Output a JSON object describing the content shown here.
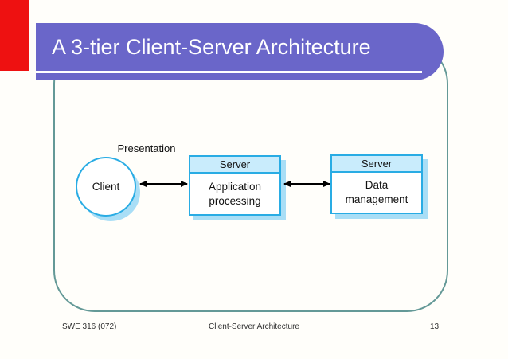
{
  "slide": {
    "title": "A 3-tier Client-Server Architecture",
    "footer": {
      "course": "SWE 316 (072)",
      "deck_title": "Client-Server Architecture",
      "page_number": "13"
    }
  },
  "diagram": {
    "presentation_label": "Presentation",
    "client": {
      "label": "Client"
    },
    "application_server": {
      "header": "Server",
      "body": "Application\nprocessing"
    },
    "data_server": {
      "header": "Server",
      "body": "Data\nmanagement"
    }
  },
  "colors": {
    "purple": "#6a66c9",
    "teal": "#649997",
    "cyan": "#29ace4",
    "header_blue": "#c9ecfc",
    "shadow_blue": "#a9def6",
    "red": "#ee1111",
    "slide_bg": "#fffefa"
  }
}
